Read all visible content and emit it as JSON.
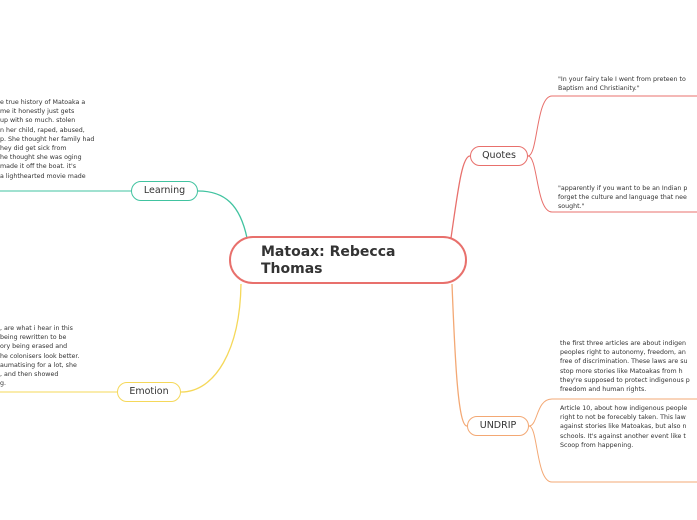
{
  "central_topic": "Matoax: Rebecca Thomas",
  "branches": {
    "learning": {
      "label": "Learning",
      "note": "e true history of Matoaka a\nme it honestly just gets\nup with so much. stolen\nn her child, raped, abused,\np. She thought her family had\nhey did get sick from\nhe thought she was oging\nmade it off the boat. it's\na lighthearted movie made"
    },
    "emotion": {
      "label": "Emotion",
      "note": ", are what i hear in this\nbeing rewritten to be\nory being erased and\nhe colonisers look better.\naumatising for a lot, she\n, and then showed\ng."
    },
    "quotes": {
      "label": "Quotes",
      "items": [
        "\"In your fairy tale I went from preteen to\nBaptism and Christianity.\"",
        "\"apparently if you want to be an Indian p\nforget the culture and language that nee\nsought.\""
      ]
    },
    "undrip": {
      "label": "UNDRIP",
      "items": [
        "the first three articles are about indigen\npeoples right to autonomy, freedom, an\nfree of discrimination. These laws are su\nstop more stories like Matoakas from h\nthey're supposed to protect indigenous p\nfreedom and human rights.",
        "Article 10, about how indigenous people\nright to not be forecebly taken. This law\nagainst stories like Matoakas, but also n\nschools. It's against another event like t\nScoop from happening."
      ]
    }
  },
  "colors": {
    "learning": "#41c3a0",
    "emotion": "#f5d85a",
    "quotes": "#e8706c",
    "undrip": "#f3a874",
    "central": "#e8706c"
  }
}
